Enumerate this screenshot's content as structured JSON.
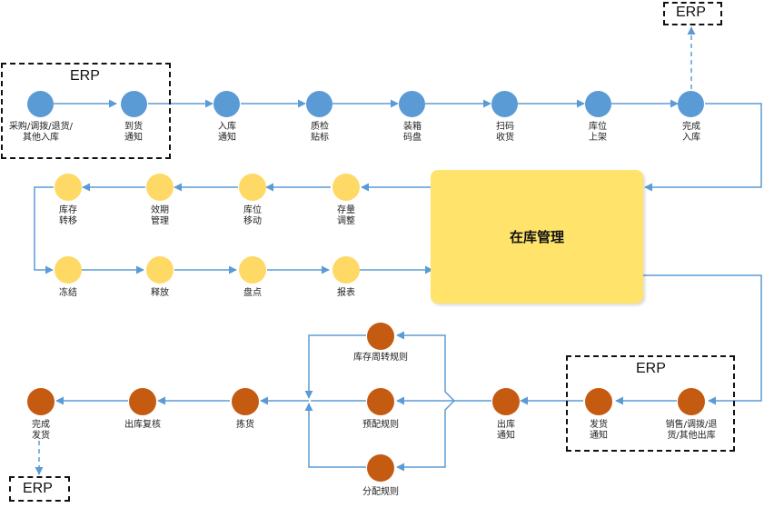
{
  "erp_label": "ERP",
  "inbound": {
    "steps": [
      {
        "label": "采购/调拨/退货/\n其他入库"
      },
      {
        "label": "到货\n通知"
      },
      {
        "label": "入库\n通知"
      },
      {
        "label": "质检\n贴标"
      },
      {
        "label": "装箱\n码盘"
      },
      {
        "label": "扫码\n收货"
      },
      {
        "label": "库位\n上架"
      },
      {
        "label": "完成\n入库"
      }
    ]
  },
  "core": {
    "label": "在库管理"
  },
  "inventory_row1": {
    "steps": [
      {
        "label": "库存\n转移"
      },
      {
        "label": "效期\n管理"
      },
      {
        "label": "库位\n移动"
      },
      {
        "label": "存量\n调整"
      }
    ]
  },
  "inventory_row2": {
    "steps": [
      {
        "label": "冻结"
      },
      {
        "label": "释放"
      },
      {
        "label": "盘点"
      },
      {
        "label": "报表"
      }
    ]
  },
  "outbound": {
    "steps": [
      {
        "label": "销售/调拨/退\n货/其他出库"
      },
      {
        "label": "发货\n通知"
      },
      {
        "label": "出库\n通知"
      },
      {
        "label": "拣货"
      },
      {
        "label": "出库复核"
      },
      {
        "label": "完成\n发货"
      }
    ],
    "rules": [
      {
        "label": "库存周转规则"
      },
      {
        "label": "预配规则"
      },
      {
        "label": "分配规则"
      }
    ]
  },
  "colors": {
    "inbound": "#5b9bd5",
    "inventory": "#ffd966",
    "outbound": "#c55a11",
    "core": "#ffe36b",
    "connector": "#5b9bd5"
  }
}
